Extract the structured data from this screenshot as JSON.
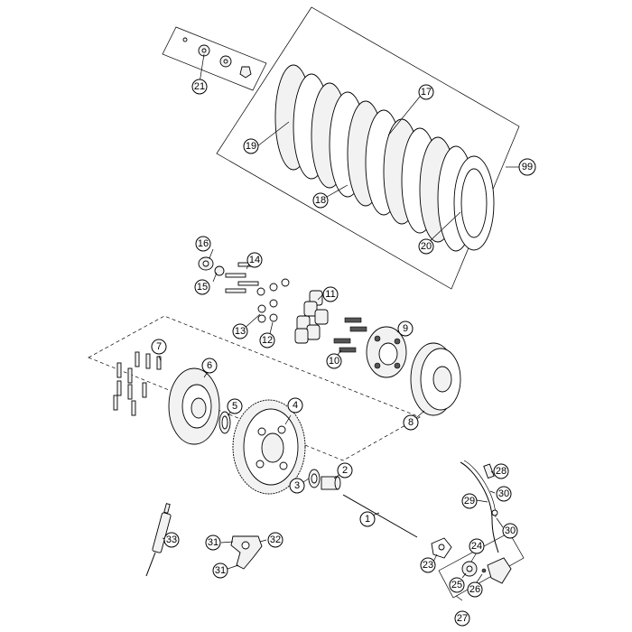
{
  "callouts": {
    "c1": "1",
    "c2": "2",
    "c3": "3",
    "c4": "4",
    "c5": "5",
    "c6": "6",
    "c7": "7",
    "c8": "8",
    "c9": "9",
    "c10": "10",
    "c11": "11",
    "c12": "12",
    "c13": "13",
    "c14": "14",
    "c15": "15",
    "c16": "16",
    "c17": "17",
    "c18": "18",
    "c19": "19",
    "c20": "20",
    "c21": "21",
    "c23": "23",
    "c24": "24",
    "c25": "25",
    "c26": "26",
    "c27": "27",
    "c28": "28",
    "c29": "29",
    "c30a": "30",
    "c30b": "30",
    "c31a": "31",
    "c31b": "31",
    "c32": "32",
    "c33": "33",
    "c99": "99"
  }
}
